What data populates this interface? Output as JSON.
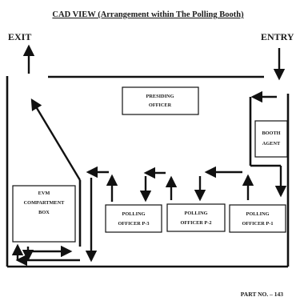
{
  "title": "CAD VIEW (Arrangement within The Polling Booth)",
  "exit_label": "EXIT",
  "entry_label": "ENTRY",
  "boxes": {
    "presiding_officer": [
      "PRESIDING",
      "OFFICER"
    ],
    "booth_agent": [
      "BOOTH",
      "AGENT"
    ],
    "evm_compartment": [
      "EVM",
      "COMPARTMENT",
      "BOX"
    ],
    "polling_officer_3": [
      "POLLING",
      "OFFICER P-3"
    ],
    "polling_officer_2": [
      "POLLING",
      "OFFICER P-2"
    ],
    "polling_officer_1": [
      "POLLING",
      "OFFICER P-1"
    ]
  },
  "part_no": "PART NO. – 143"
}
